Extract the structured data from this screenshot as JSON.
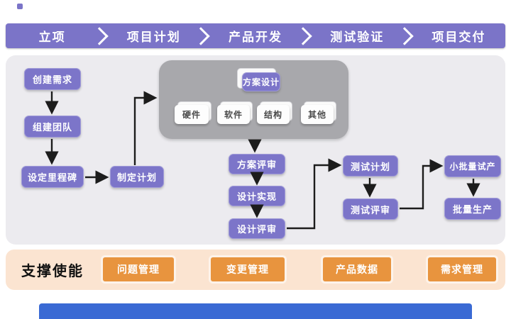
{
  "colors": {
    "banner_purple": "#7b74c8",
    "node_purple": "#7c75c9",
    "panel_gray": "#ecebef",
    "group_gray": "#a8a8ac",
    "support_peach": "#fbe4d1",
    "support_orange": "#e8943e",
    "arrow_black": "#1c1c1c",
    "footer_blue": "#3a6ad4"
  },
  "top_banner": {
    "stages": [
      {
        "label": "立项"
      },
      {
        "label": "项目计划"
      },
      {
        "label": "产品开发"
      },
      {
        "label": "测试验证"
      },
      {
        "label": "项目交付"
      }
    ]
  },
  "flow": {
    "nodes": {
      "create_requirement": "创建需求",
      "build_team": "组建团队",
      "set_milestone": "设定里程碑",
      "make_plan": "制定计划",
      "scheme_review": "方案评审",
      "design_implement": "设计实现",
      "design_review": "设计评审",
      "test_plan": "测试计划",
      "test_review": "测试评审",
      "small_batch_trial": "小批量试产",
      "mass_production": "批量生产"
    },
    "design_group": {
      "title": "方案设计",
      "children": [
        "硬件",
        "软件",
        "结构",
        "其他"
      ]
    }
  },
  "support": {
    "title": "支撑使能",
    "items": [
      "问题管理",
      "变更管理",
      "产品数据",
      "需求管理"
    ]
  }
}
